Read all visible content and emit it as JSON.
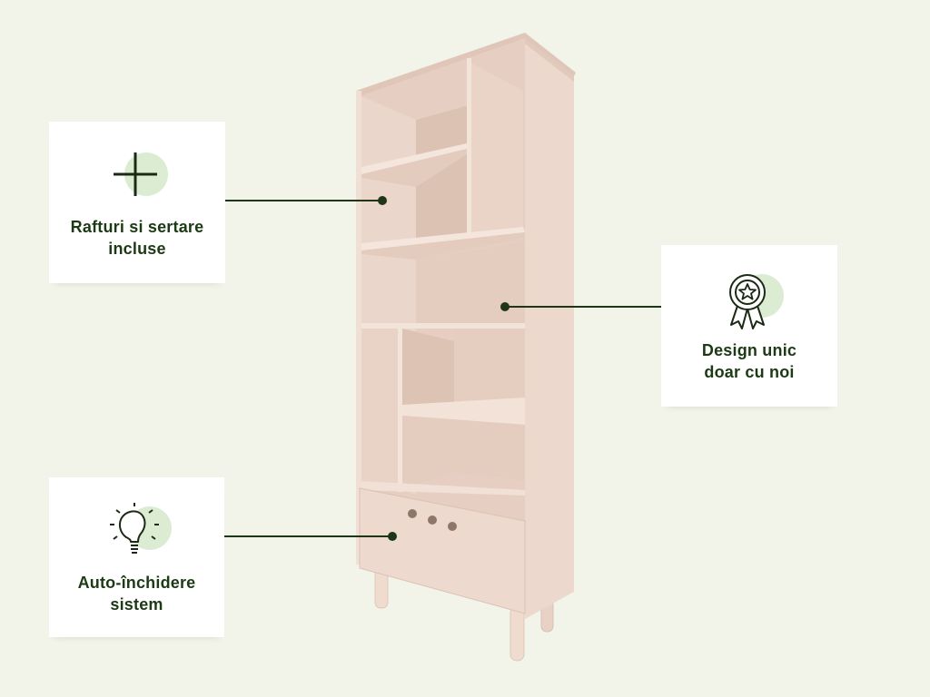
{
  "features": [
    {
      "label_line1": "Rafturi si sertare",
      "label_line2": "incluse",
      "icon": "plus-icon"
    },
    {
      "label_line1": "Design unic",
      "label_line2": "doar cu noi",
      "icon": "award-ribbon-icon"
    },
    {
      "label_line1": "Auto-închidere",
      "label_line2": "sistem",
      "icon": "lightbulb-icon"
    }
  ],
  "colors": {
    "background": "#f3f4e9",
    "card": "#ffffff",
    "text": "#1c3a14",
    "connector": "#1f3517",
    "icon_accent": "#dcecd3",
    "wood": "#ecd8cc"
  }
}
